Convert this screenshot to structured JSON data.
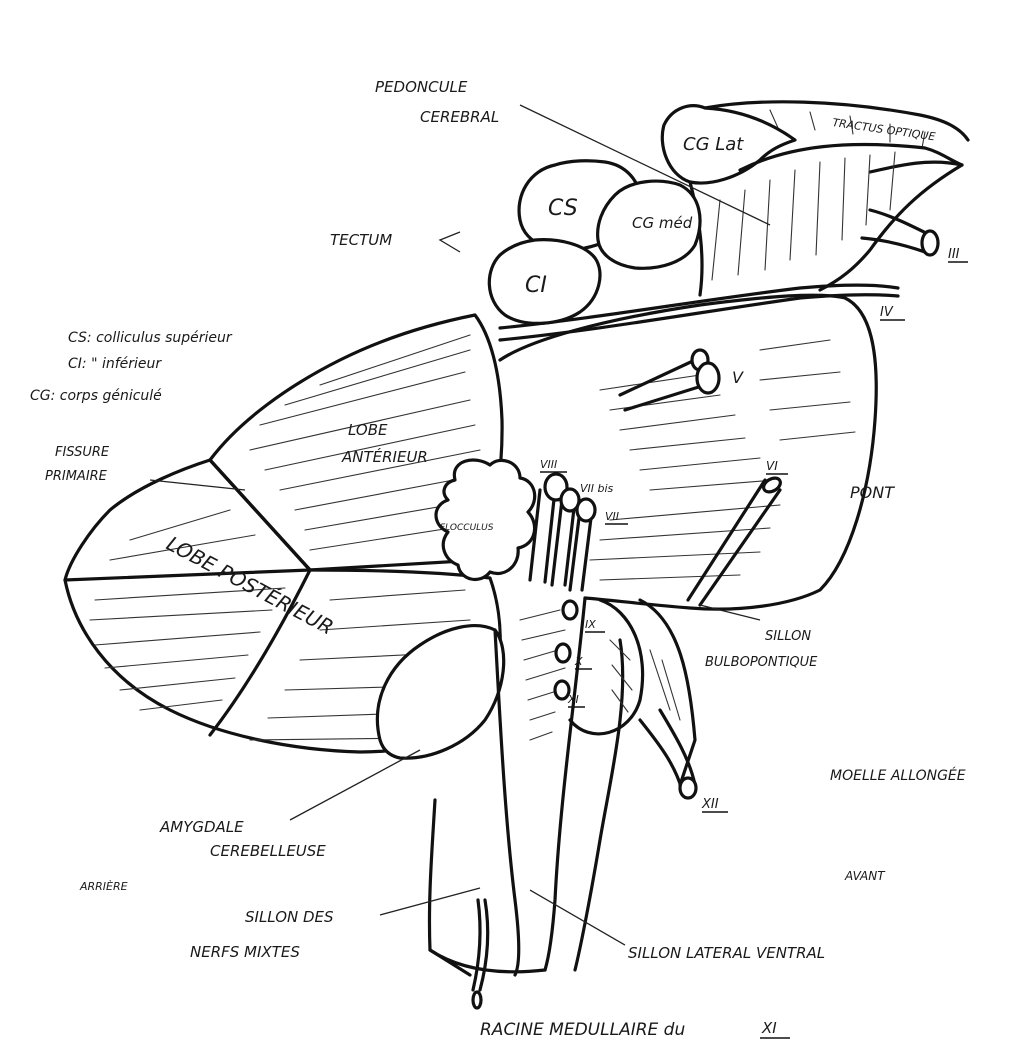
{
  "labels": {
    "pedoncule": [
      "PEDONCULE",
      "CEREBRAL"
    ],
    "tractus": "TRACTUS OPTIQUE",
    "cg_lat": "CG Lat",
    "cs": "CS",
    "cg_med": "CG méd",
    "ci": "CI",
    "tectum": "TECTUM",
    "nerve_iii": "III",
    "nerve_iv": "IV",
    "nerve_v": "V",
    "nerve_vi": "VI",
    "nerve_viii": "VIII",
    "nerve_vii_bis": "VII bis",
    "nerve_vii": "VII",
    "nerve_ix": "IX",
    "nerve_x": "X",
    "nerve_xi": "XI",
    "nerve_xii": "XII",
    "legend": [
      "CS: colliculus supérieur",
      "CI:    \"     inférieur",
      "CG: corps géniculé"
    ],
    "fissure": [
      "FISSURE",
      "PRIMAIRE"
    ],
    "lobe_anterieur": [
      "LOBE",
      "ANTÉRIEUR"
    ],
    "flocculus": "FLOCCULUS",
    "lobe_posterieur": "LOBE POSTÉRIEUR",
    "pont": "PONT",
    "sillon_bulbo": [
      "SILLON",
      "BULBOPONTIQUE"
    ],
    "moelle": "MOELLE ALLONGÉE",
    "amygdale": [
      "AMYGDALE",
      "CEREBELLEUSE"
    ],
    "arriere": "ARRIÈRE",
    "avant": "AVANT",
    "sillon_nerfs": [
      "SILLON DES",
      "NERFS MIXTES"
    ],
    "sillon_lateral": "SILLON LATERAL VENTRAL",
    "racine": "RACINE MEDULLAIRE du",
    "racine_nerve": "XI"
  }
}
